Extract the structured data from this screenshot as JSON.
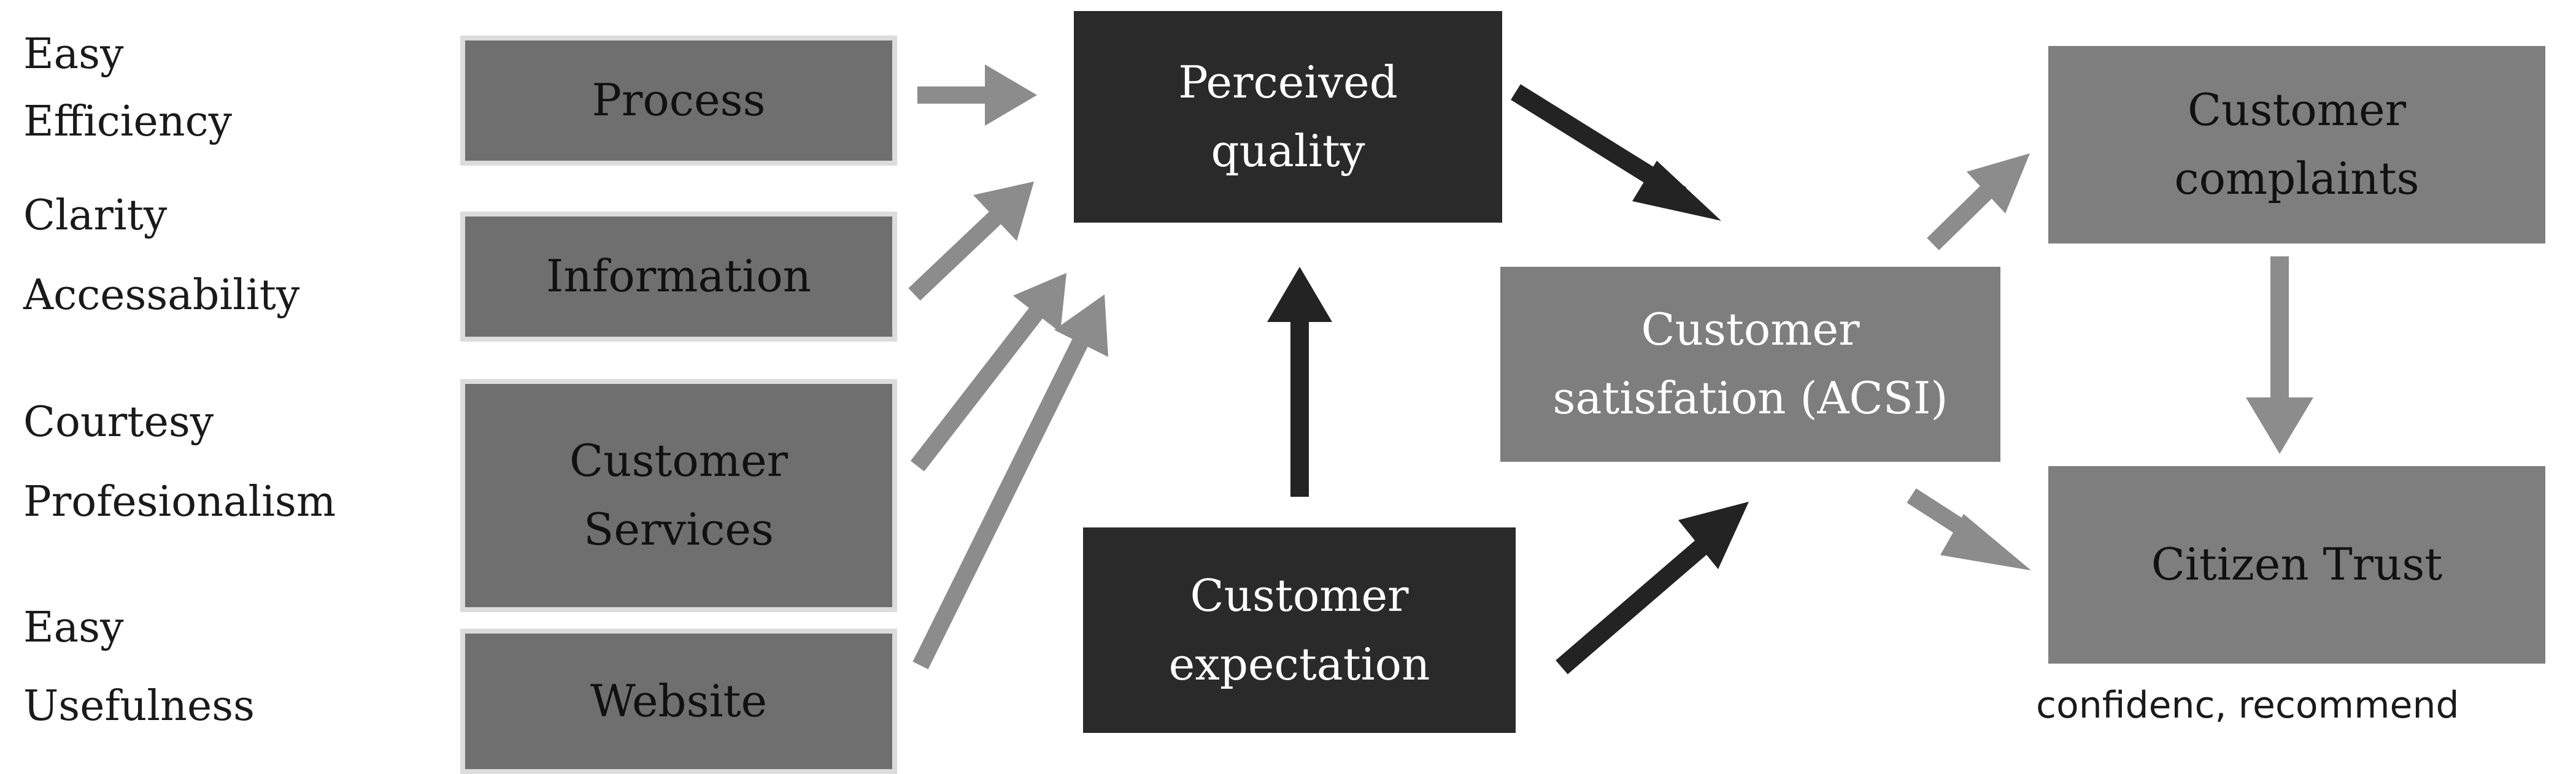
{
  "colors": {
    "gray_arrow": "#8c8c8c",
    "dark_arrow": "#232323"
  },
  "left_labels": {
    "process": [
      "Easy",
      "Efficiency"
    ],
    "information": [
      "Clarity",
      "Accessability"
    ],
    "services": [
      "Courtesy",
      "Profesionalism"
    ],
    "website": [
      "Easy",
      "Usefulness"
    ]
  },
  "inputs": {
    "process": "Process",
    "information": "Information",
    "services": [
      "Customer",
      "Services"
    ],
    "website": "Website"
  },
  "perceived_quality": [
    "Perceived",
    "quality"
  ],
  "customer_expectation": [
    "Customer",
    "expectation"
  ],
  "customer_satisfaction": [
    "Customer",
    "satisfation (ACSI)"
  ],
  "customer_complaints": [
    "Customer",
    "complaints"
  ],
  "citizen_trust": "Citizen Trust",
  "trust_note": "confidenc, recommend"
}
